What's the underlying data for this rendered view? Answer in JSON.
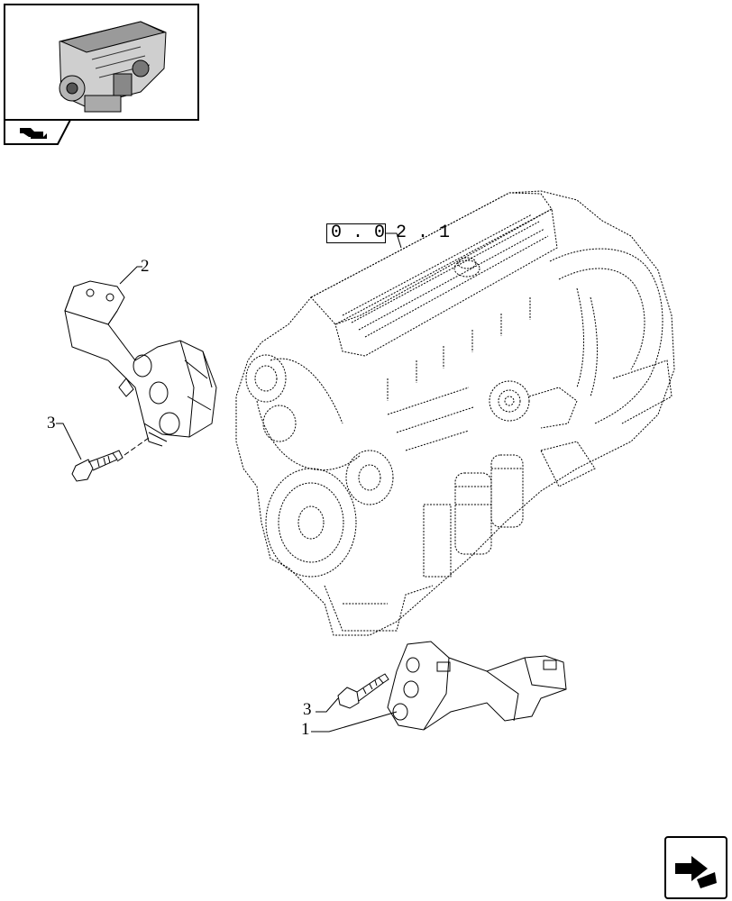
{
  "thumbnail": {
    "icon": "engine-thumbnail-icon",
    "tab_icon": "book-tab-icon"
  },
  "reference": {
    "label": "0 . 0 2 . 1"
  },
  "callouts": {
    "c1": "1",
    "c2": "2",
    "c3_top": "3",
    "c3_bottom": "3"
  },
  "nav": {
    "icon": "next-page-arrow-icon"
  },
  "colors": {
    "line": "#000000",
    "background": "#ffffff"
  }
}
